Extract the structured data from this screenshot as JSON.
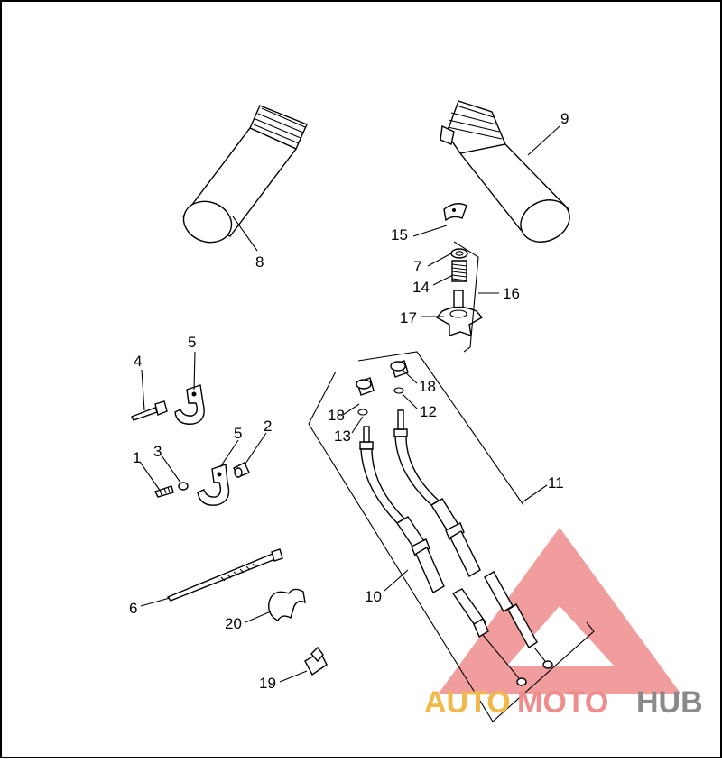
{
  "diagram": {
    "callouts": {
      "c1": "1",
      "c2": "2",
      "c3": "3",
      "c4": "4",
      "c5a": "5",
      "c5b": "5",
      "c6": "6",
      "c7": "7",
      "c8": "8",
      "c9": "9",
      "c10": "10",
      "c11": "11",
      "c12": "12",
      "c13": "13",
      "c14": "14",
      "c15": "15",
      "c16": "16",
      "c17": "17",
      "c18a": "18",
      "c18b": "18",
      "c19": "19",
      "c20": "20"
    }
  },
  "watermark": {
    "part1": "AUTO",
    "part2": "MOTO",
    "part3": "HUB",
    "colors": {
      "auto": "#f2b94a",
      "moto": "#f08c8c",
      "hub": "#8a8a8a",
      "triangle": "#f08c8c"
    }
  }
}
